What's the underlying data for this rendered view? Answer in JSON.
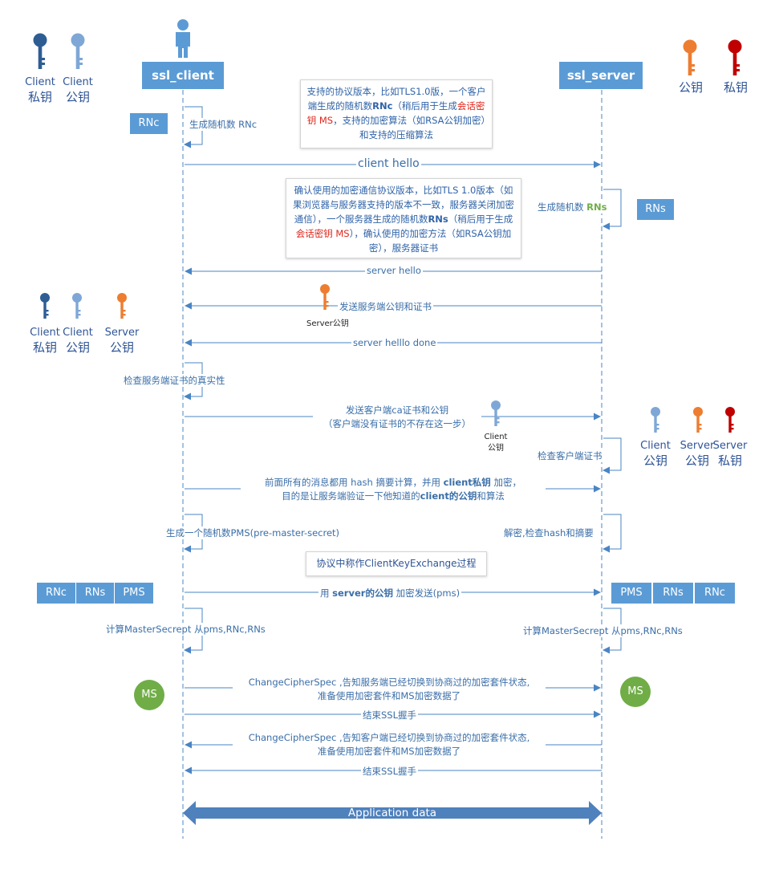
{
  "actors": {
    "client": "ssl_client",
    "server": "ssl_server"
  },
  "keys_top_left": {
    "client_private": [
      "Client",
      "私钥"
    ],
    "client_public": [
      "Client",
      "公钥"
    ]
  },
  "keys_top_right": {
    "public": "公钥",
    "private": "私钥"
  },
  "boxes": {
    "rnc": "RNc",
    "rns": "RNs",
    "pms": "PMS"
  },
  "note1": {
    "p1": "支持的协议版本，比如TLS1.0版，一个客户端生成的随机数",
    "p2": "RNc",
    "p3": "（稍后用于生成",
    "p4": "会话密钥 MS",
    "p5": "，支持的加密算法（如RSA公钥加密）和支持的压缩算法"
  },
  "note2": {
    "p1": "确认使用的加密通信协议版本，比如TLS 1.0版本（如果浏览器与服务器支持的版本不一致，服务器关闭加密通信），一个服务器生成的随机数",
    "p2": "RNs",
    "p3": "（稍后用于生成",
    "p4": "会话密钥 MS",
    "p5": "），确认使用的加密方法（如RSA公钥加密），服务器证书"
  },
  "note3": "协议中称作ClientKeyExchange过程",
  "messages": {
    "gen_rnc": "生成随机数 RNc",
    "client_hello": "client hello",
    "gen_rns_prefix": "生成随机数 ",
    "gen_rns_suffix": "RNs",
    "server_hello": "server hello",
    "send_server_cert": "发送服务端公钥和证书",
    "server_key_label": "Server公钥",
    "server_hello_done": "server helllo done",
    "check_server_cert": "检查服务端证书的真实性",
    "send_client_cert_1": "发送客户端ca证书和公钥",
    "send_client_cert_2": "（客户端没有证书的不存在这一步）",
    "client_key_label_1": "Client",
    "client_key_label_2": "公钥",
    "check_client_cert": "检查客户端证书",
    "hash_1a": "前面所有的消息都用 hash 摘要计算，并用 ",
    "hash_1b": "client私钥",
    "hash_1c": " 加密，",
    "hash_2a": "目的是让服务端验证一下他知道的",
    "hash_2b": "client的公钥",
    "hash_2c": "和算法",
    "gen_pms": "生成一个随机数PMS(pre-master-secret)",
    "decrypt": "解密,检查hash和摘要",
    "encrypt_1": "用 ",
    "encrypt_2": "server的公钥",
    "encrypt_3": " 加密发送(pms)",
    "calc_ms_client": "计算MasterSecrept 从pms,RNc,RNs",
    "calc_ms_server": "计算MasterSecrept 从pms,RNc,RNs",
    "ccs_client_1": "ChangeCipherSpec ,告知服务端已经切换到协商过的加密套件状态,",
    "ccs_client_2": "准备使用加密套件和MS加密数据了",
    "end_ssl_1": "结束SSL握手",
    "ccs_server_1": "ChangeCipherSpec ,告知客户端已经切换到协商过的加密套件状态,",
    "ccs_server_2": "准备使用加密套件和MS加密数据了",
    "end_ssl_2": "结束SSL握手",
    "app_data": "Application data"
  },
  "mid_keys_left": {
    "client_private": [
      "Client",
      "私钥"
    ],
    "client_public": [
      "Client",
      "公钥"
    ],
    "server_public": [
      "Server",
      "公钥"
    ]
  },
  "mid_keys_right": {
    "client_public": [
      "Client",
      "公钥"
    ],
    "server_public": [
      "Server",
      "公钥"
    ],
    "server_private": [
      "Server",
      "私钥"
    ]
  },
  "ms": "MS",
  "colors": {
    "accent": "#5b9bd5",
    "line": "#4a84c4",
    "green": "#70ad47",
    "red": "#e0251b",
    "orange": "#ed7d31",
    "darkred": "#c00000",
    "darkblue": "#41719c",
    "lightblue": "#7fa7d6"
  }
}
